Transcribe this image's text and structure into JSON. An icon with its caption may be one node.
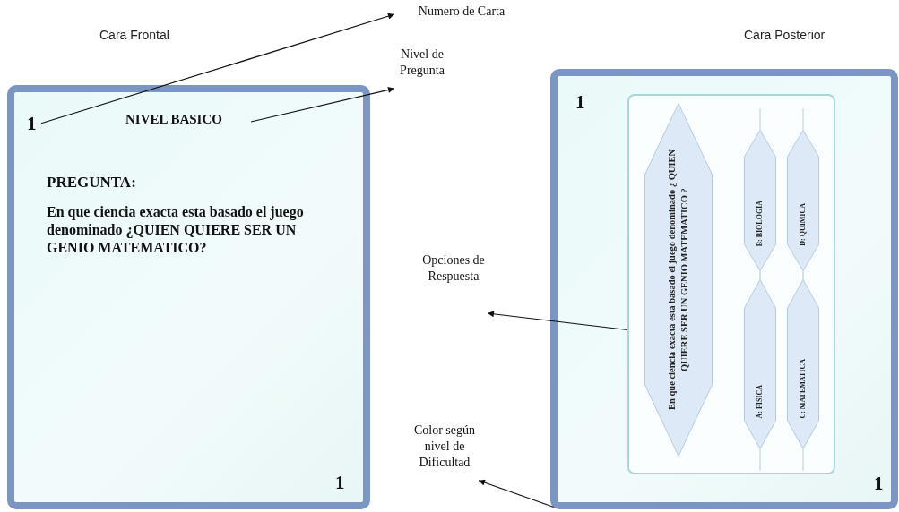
{
  "diagram": {
    "nodes": [
      {
        "text": [
          "Cara Frontal",
          "PREGUNTA:",
          "En que ciencia exacta esta basado el juego denominado ¿QUIEN QUIERE SER UN GENIO MATEMATICO?",
          "1"
        ]
      },
      {
        "text": [
          "1"
        ],
        "in": 0
      },
      {
        "text": [
          "NIVEL BASICO"
        ],
        "in": 0
      },
      {
        "text": [
          "Numero de Carta"
        ]
      },
      {
        "text": [
          "Nivel de Pregunta"
        ]
      },
      {
        "text": [
          "Cara Posterior",
          "1",
          "1"
        ]
      },
      {
        "text": [],
        "shape": "box",
        "in": 5
      },
      {
        "text": [
          "En que ciencia exacta esta basado el juego denominado ¿ QUIEN QUIERE SER UN GENIO MATEMATICO ?"
        ],
        "in": 6
      },
      {
        "text": [
          "B: BIOLOGIA"
        ],
        "in": 6
      },
      {
        "text": [
          "D: QUIMICA"
        ],
        "in": 6
      },
      {
        "text": [
          "A: FISICA"
        ],
        "in": 6
      },
      {
        "text": [
          "C: MATEMATICA"
        ],
        "in": 6
      },
      {
        "text": [
          "Opciones de Respuesta"
        ]
      },
      {
        "text": [
          "Color según nivel de Dificultad"
        ]
      }
    ],
    "edges": [
      {
        "from": 1,
        "to": 3,
        "arrow": "to"
      },
      {
        "from": 2,
        "to": 4,
        "arrow": "to"
      },
      {
        "from": 6,
        "to": 12,
        "arrow": "to"
      },
      {
        "from": 5,
        "to": 13,
        "arrow": "to"
      },
      {
        "from": 8,
        "to": 10,
        "arrow": "none",
        "color": "#b7cadf"
      },
      {
        "from": 9,
        "to": 11,
        "arrow": "none",
        "color": "#b7cadf"
      }
    ]
  }
}
